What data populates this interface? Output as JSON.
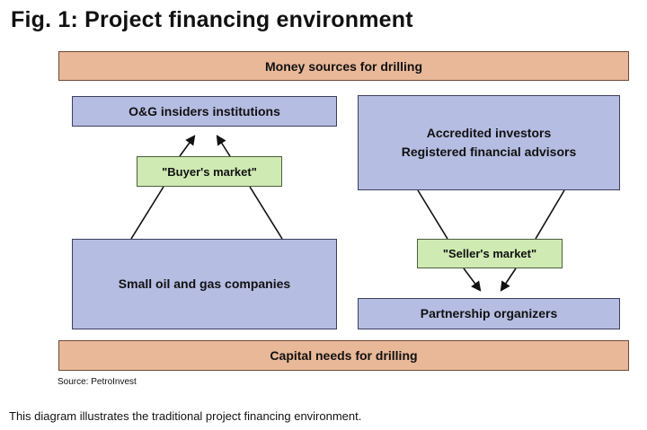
{
  "figure": {
    "title": "Fig. 1: Project financing environment",
    "source": "Source: PetroInvest",
    "caption": "This diagram illustrates the traditional project financing environment."
  },
  "nodes": {
    "money_sources": "Money sources for drilling",
    "og_insiders": "O&G insiders institutions",
    "buyers_market": "\"Buyer's market\"",
    "small_companies": "Small oil and gas companies",
    "accredited_line1": "Accredited investors",
    "accredited_line2": "Registered financial advisors",
    "sellers_market": "\"Seller's market\"",
    "partnership_organizers": "Partnership organizers",
    "capital_needs": "Capital needs for drilling"
  },
  "colors": {
    "bar_fill": "#e9b898",
    "box_fill": "#b6bde2",
    "tag_fill": "#cfeab2"
  }
}
